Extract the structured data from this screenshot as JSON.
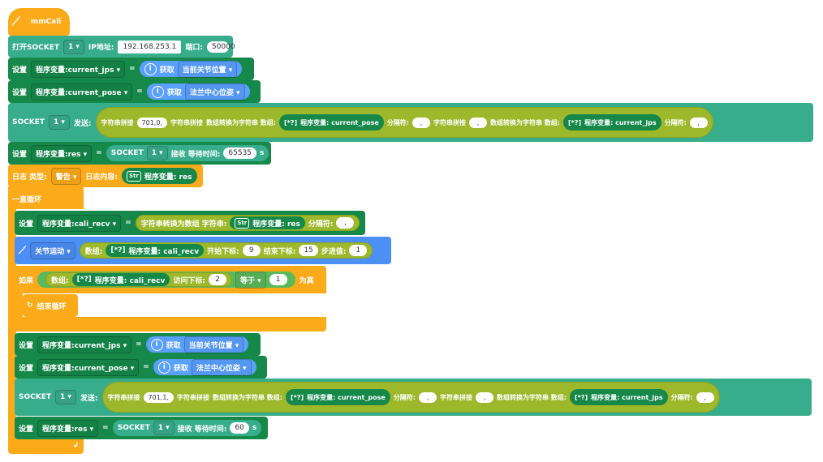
{
  "hat": {
    "title": "mmCali",
    "icon": "robot-arm-icon"
  },
  "open_socket": {
    "label": "打开SOCKET",
    "id": "1",
    "ip_label": "IP地址:",
    "ip": "192.168.253.1",
    "port_label": "端口:",
    "port": "50000"
  },
  "set_label": "设置",
  "eq": "=",
  "get_label": "获取",
  "info_icon": "i",
  "var_jps": "程序变量:current_jps",
  "var_pose": "程序变量:current_pose",
  "var_res": "程序变量:res",
  "var_cali": "程序变量:cali_recv",
  "opt_joint": "当前关节位置",
  "opt_flange": "法兰中心位姿",
  "socket": {
    "label": "SOCKET",
    "id": "1",
    "send": "发送:",
    "recv": "接收 等待时间:",
    "s": "s"
  },
  "concat": "字符串拼接",
  "arr2str": "数组转换为字符串 数组:",
  "sep_label": "分隔符:",
  "sep": ",",
  "arr_icon": "[*?]",
  "str_icon": "Str",
  "ref_pose": "程序变量: current_pose",
  "ref_jps": "程序变量: current_jps",
  "ref_res": "程序变量: res",
  "ref_cali": "程序变量: cali_recv",
  "send1_prefix": "701,0,",
  "send2_prefix": "701,1,",
  "timeout1": "65535",
  "timeout2": "60",
  "log": {
    "type_label": "日志 类型:",
    "type": "警告",
    "content_label": "日志内容:"
  },
  "loop": {
    "label": "一直循环",
    "end": "结束循环"
  },
  "str2arr": "字符串转换为数组 字符串:",
  "move": {
    "mode": "关节运动",
    "arr_label": "数组:",
    "start_label": "开始下标:",
    "start": "9",
    "end_label": "结束下标:",
    "end": "15",
    "step_label": "步进值:",
    "step": "1"
  },
  "if": {
    "label": "如果",
    "arr_label": "数组:",
    "idx_label": "访问下标:",
    "idx": "2",
    "op": "等于",
    "value": "1",
    "then": "为真"
  }
}
